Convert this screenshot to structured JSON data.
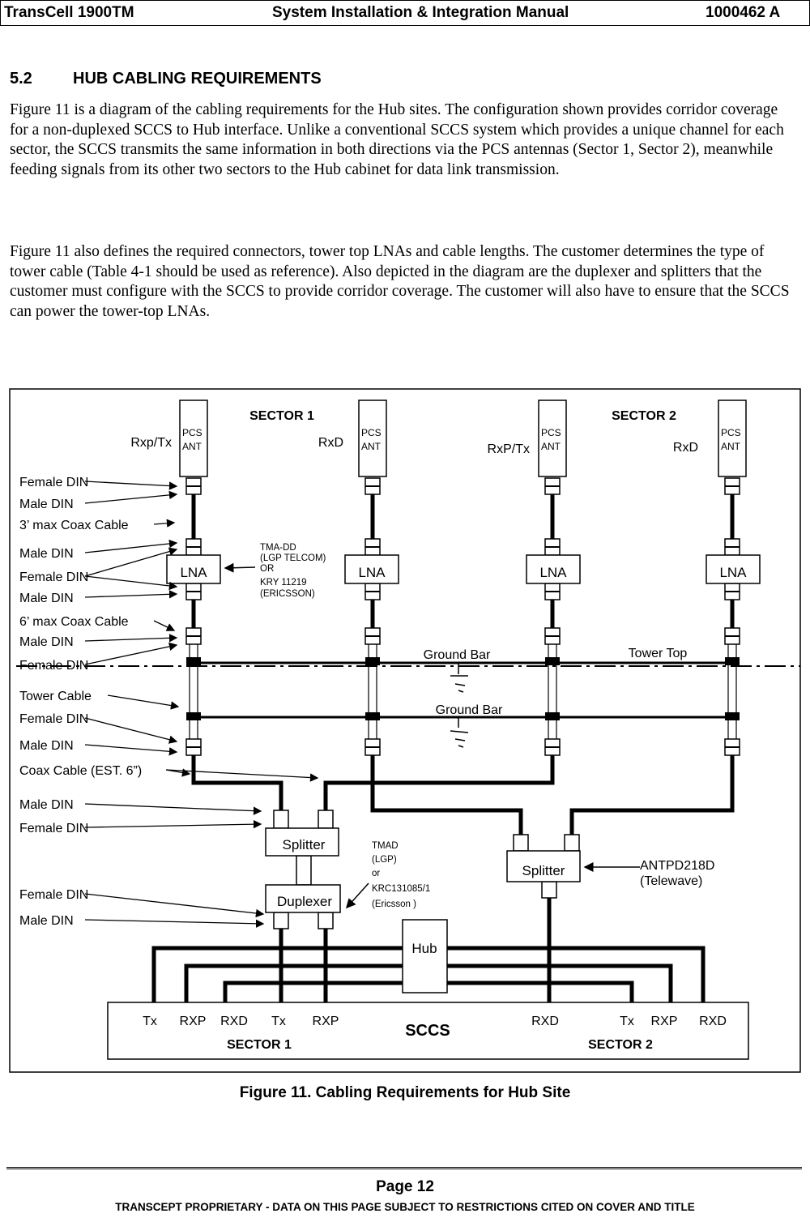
{
  "header": {
    "product": "TransCell 1900TM",
    "manual": "System Installation & Integration Manual",
    "doc_number": "1000462 A"
  },
  "section": {
    "number": "5.2",
    "title": "HUB CABLING REQUIREMENTS"
  },
  "paragraphs": [
    "Figure 11 is a diagram of the cabling requirements for the Hub sites. The configuration shown provides corridor coverage for a non-duplexed SCCS to Hub interface. Unlike a conventional SCCS system which provides a unique channel for each sector, the SCCS transmits the same information in both directions via the PCS antennas (Sector 1, Sector 2), meanwhile feeding signals from its other two sectors to the Hub cabinet for data link transmission.",
    "Figure 11 also defines the required connectors, tower top LNAs and cable lengths. The customer determines the type of tower cable (Table 4-1 should be used as reference). Also depicted in the diagram are the duplexer and splitters that the customer must configure with the SCCS to provide corridor coverage. The customer will also have to ensure that the SCCS can power the tower-top LNAs."
  ],
  "diagram": {
    "sector1": "SECTOR 1",
    "sector2": "SECTOR 2",
    "antennas": [
      {
        "role": "Rxp/Tx",
        "l1": "PCS",
        "l2": "ANT"
      },
      {
        "role": "RxD",
        "l1": "PCS",
        "l2": "ANT"
      },
      {
        "role": "RxP/Tx",
        "l1": "PCS",
        "l2": "ANT"
      },
      {
        "role": "RxD",
        "l1": "PCS",
        "l2": "ANT"
      }
    ],
    "lna": "LNA",
    "tma": [
      "TMA-DD",
      "(LGP TELCOM)",
      "OR",
      "KRY 11219",
      "(ERICSSON)"
    ],
    "left_labels": [
      "Female DIN",
      "Male DIN",
      "3’ max Coax Cable",
      "Male DIN",
      "Female DIN",
      "Male DIN",
      "6’ max Coax Cable",
      "Male DIN",
      "Female DIN",
      "Tower Cable",
      "Female DIN",
      "Male DIN",
      "Coax Cable (EST. 6”)",
      "Male DIN",
      "Female DIN",
      "Female DIN",
      "Male DIN"
    ],
    "ground_bar": "Ground Bar",
    "tower_top": "Tower Top",
    "splitter": "Splitter",
    "duplexer": "Duplexer",
    "tmad": [
      "TMAD",
      "(LGP)",
      "or",
      "KRC131085/1",
      "(Ericsson )"
    ],
    "antpd": [
      "ANTPD218D",
      "(Telewave)"
    ],
    "hub": "Hub",
    "sccs": {
      "title": "SCCS",
      "ports": [
        "Tx",
        "RXP",
        "RXD",
        "Tx",
        "RXP",
        "RXD",
        "Tx",
        "RXP",
        "RXD"
      ],
      "sector1": "SECTOR 1",
      "sector2": "SECTOR 2"
    }
  },
  "caption": "Figure 11. Cabling Requirements for Hub Site",
  "footer": {
    "page": "Page 12",
    "proprietary": "TRANSCEPT PROPRIETARY - DATA ON THIS PAGE SUBJECT TO RESTRICTIONS CITED ON COVER AND TITLE"
  }
}
